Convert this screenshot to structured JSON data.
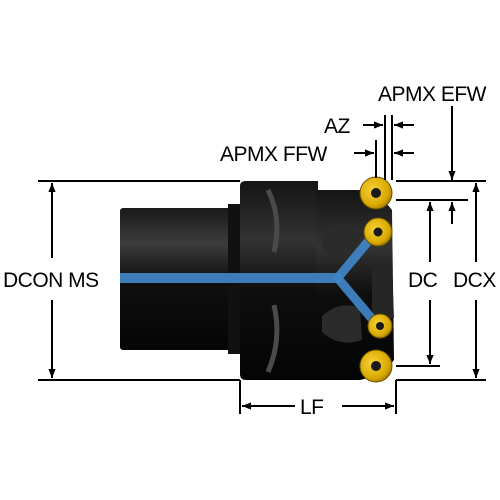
{
  "labels": {
    "apmx_efw": "APMX EFW",
    "az": "AZ",
    "apmx_ffw": "APMX FFW",
    "dcon_ms": "DCON MS",
    "dc": "DC",
    "dcx": "DCX",
    "lf": "LF"
  },
  "colors": {
    "body": "#0b0b0b",
    "body_highlight": "#3a3a3a",
    "coolant": "#3f86c8",
    "insert": "#e0b000",
    "insert_dark": "#8a6a00",
    "dimension": "#000000"
  }
}
